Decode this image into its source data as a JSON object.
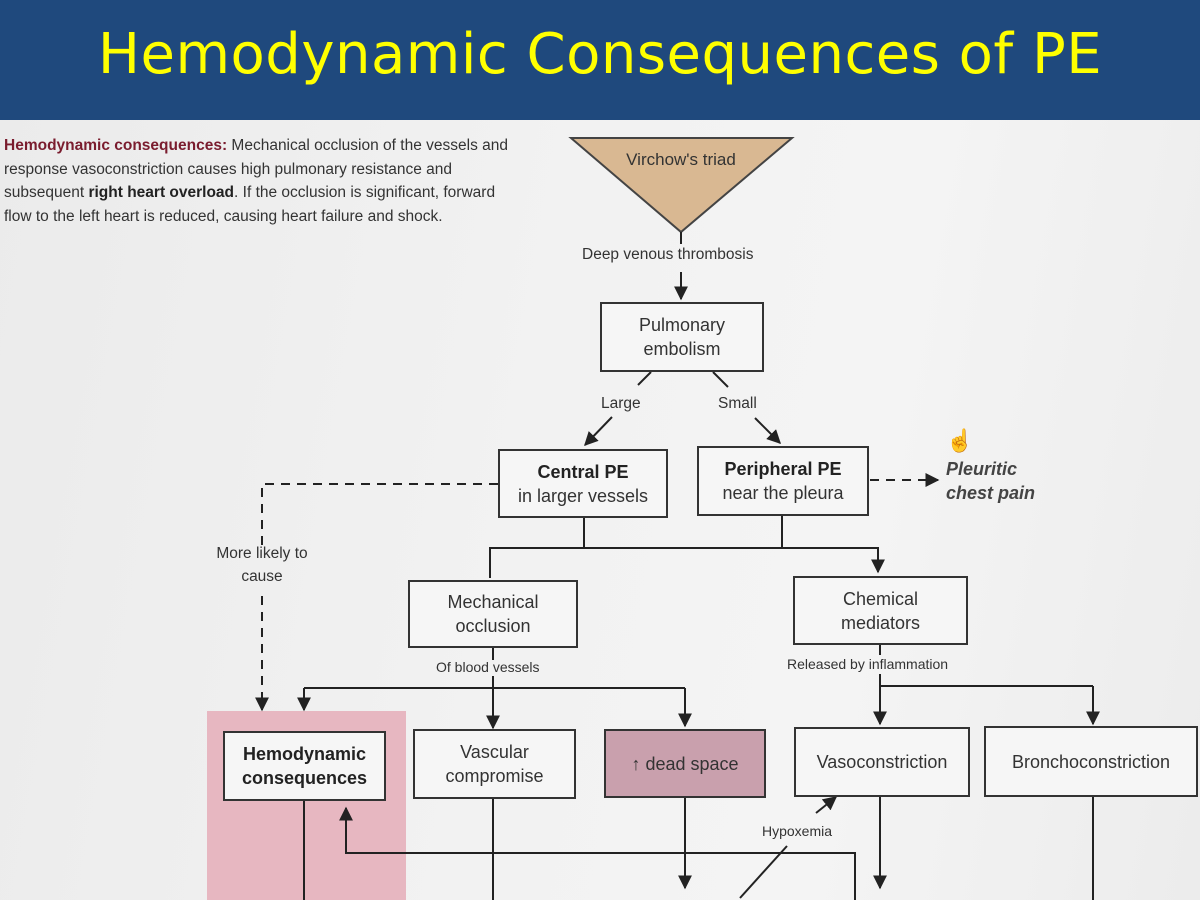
{
  "slide": {
    "title": "Hemodynamic Consequences of PE"
  },
  "intro": {
    "lead": "Hemodynamic consequences:",
    "text1": " Mechanical occlusion of the vessels and response vasoconstriction causes high pulmonary resistance and subsequent ",
    "bold": "right heart overload",
    "text2": ". If the occlusion is significant, forward flow to the left heart is reduced, causing heart failure and shock."
  },
  "diagram": {
    "virchow": "Virchow's triad",
    "dvt": "Deep venous thrombosis",
    "pe": "Pulmonary embolism",
    "large": "Large",
    "small": "Small",
    "central_title": "Central PE",
    "central_sub": "in larger vessels",
    "peripheral_title": "Peripheral PE",
    "peripheral_sub": "near the pleura",
    "pleuritic": "Pleuritic chest pain",
    "more_likely": "More likely to cause",
    "mechanical": "Mechanical occlusion",
    "of_blood_vessels": "Of blood vessels",
    "chemical": "Chemical mediators",
    "released": "Released by inflammation",
    "hemodynamic": "Hemodynamic consequences",
    "vascular": "Vascular compromise",
    "dead_space": "↑ dead space",
    "vasoconstriction": "Vasoconstriction",
    "bronchoconstriction": "Bronchoconstriction",
    "hypoxemia": "Hypoxemia"
  },
  "colors": {
    "title_bar": "#1f497d",
    "title_text": "#ffff00",
    "triangle": "#d9b892",
    "highlight_pink": "#e7b7c1",
    "dead_space_fill": "#c9a0ad"
  }
}
